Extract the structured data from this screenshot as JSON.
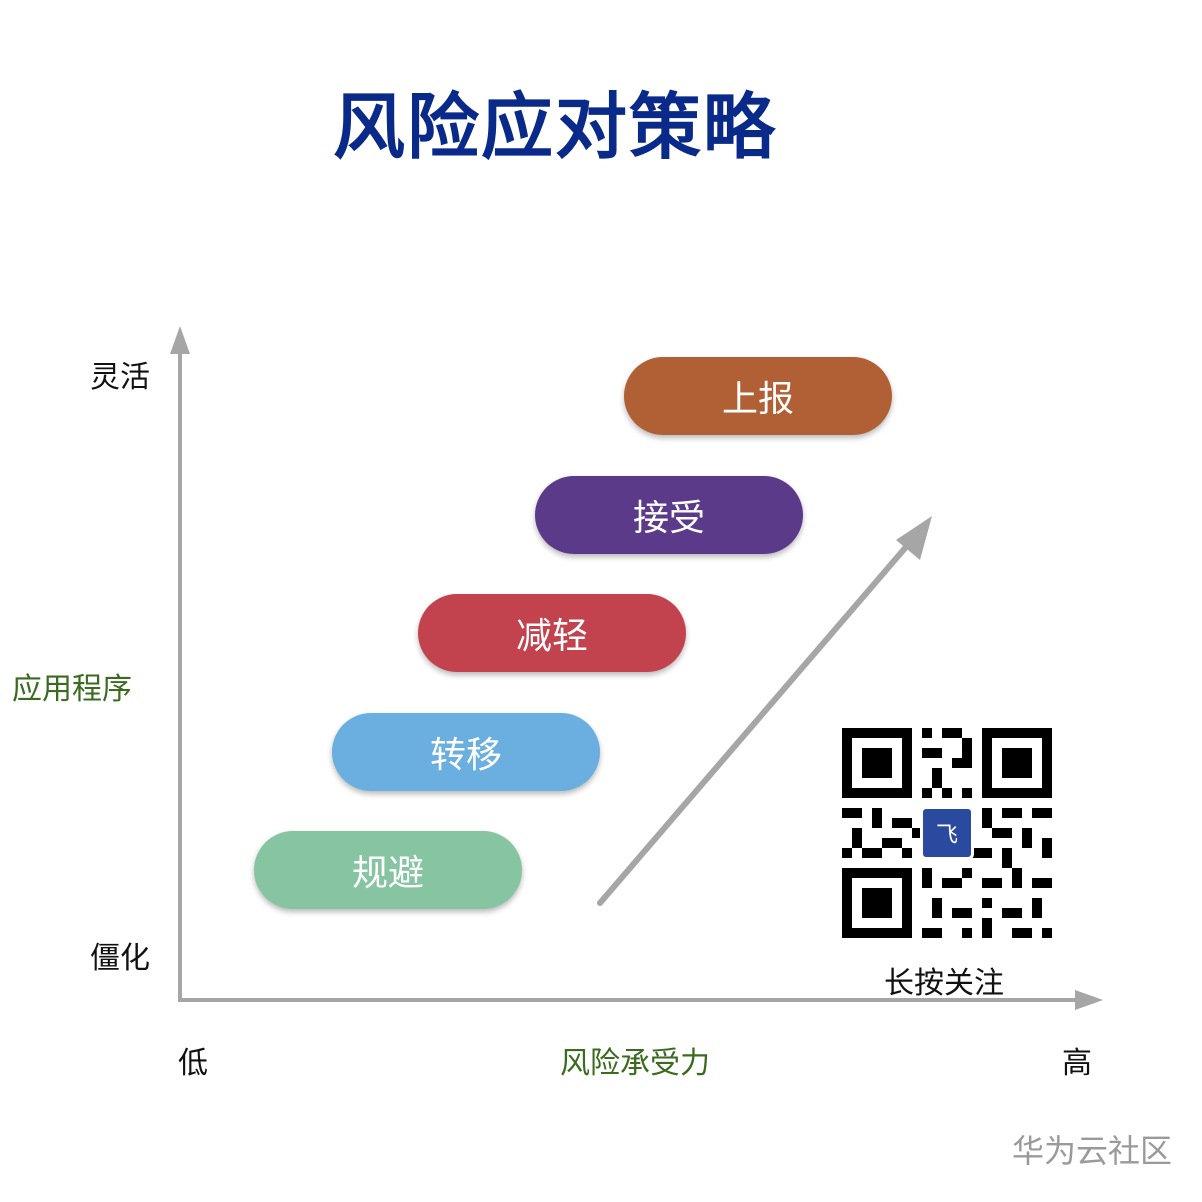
{
  "title": "风险应对策略",
  "y_axis": {
    "top": "灵活",
    "middle": "应用程序",
    "bottom": "僵化"
  },
  "x_axis": {
    "left": "低",
    "middle": "风险承受力",
    "right": "高"
  },
  "strategies": [
    {
      "label": "上报",
      "color": "#b06034"
    },
    {
      "label": "接受",
      "color": "#5b3a8a"
    },
    {
      "label": "减轻",
      "color": "#c2424e"
    },
    {
      "label": "转移",
      "color": "#6aafe0"
    },
    {
      "label": "规避",
      "color": "#86c4a2"
    }
  ],
  "qr": {
    "caption": "长按关注",
    "logo_char": "飞"
  },
  "watermark": "华为云社区",
  "colors": {
    "title": "#0a2a8a",
    "axis": "#a6a6a6",
    "axis_label_accent": "#3b6b1f"
  }
}
